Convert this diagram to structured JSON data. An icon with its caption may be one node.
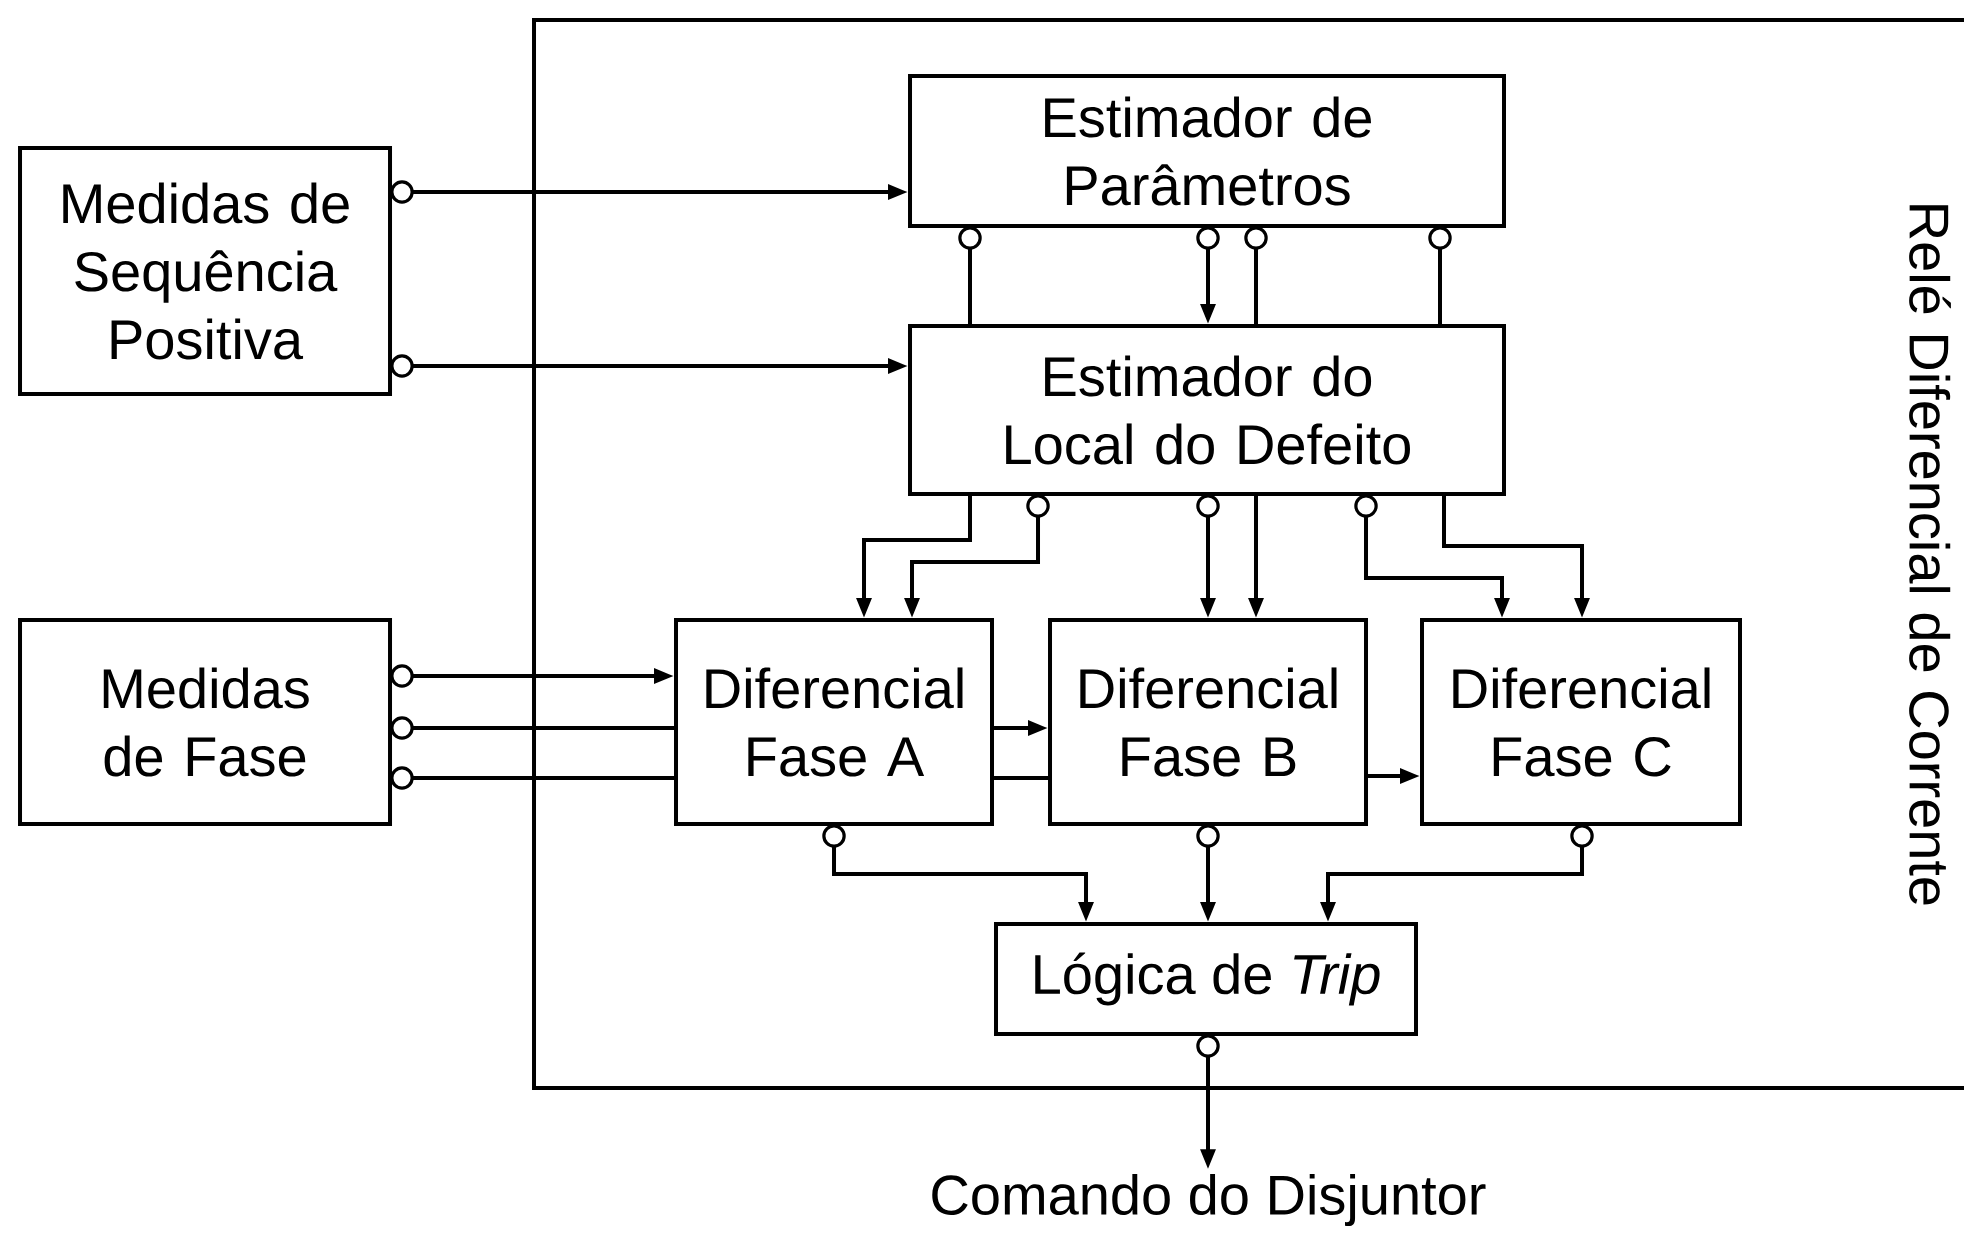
{
  "diagram": {
    "nodes": [
      {
        "text": [
          "Relé Diferencial de Corrente"
        ]
      },
      {
        "text": [
          "Medidas de Sequência Positiva"
        ]
      },
      {
        "text": [
          "Medidas de Fase"
        ]
      },
      {
        "text": [
          "Estimador de Parâmetros"
        ],
        "in": 0
      },
      {
        "text": [
          "Estimador do Local do Defeito"
        ],
        "in": 0
      },
      {
        "text": [
          "Diferencial Fase A"
        ],
        "in": 0
      },
      {
        "text": [
          "Diferencial Fase B"
        ],
        "in": 0
      },
      {
        "text": [
          "Diferencial Fase C"
        ],
        "in": 0
      },
      {
        "text": [
          "Lógica de *Trip*"
        ],
        "in": 0
      },
      {
        "text": [
          "Comando do Disjuntor"
        ]
      }
    ],
    "edges": [
      {
        "from": 1,
        "to": 3,
        "arrow": "to"
      },
      {
        "from": 1,
        "to": 4,
        "arrow": "to"
      },
      {
        "from": 3,
        "to": 4,
        "arrow": "other"
      },
      {
        "from": 3,
        "to": 4,
        "arrow": "to"
      },
      {
        "from": 3,
        "to": 4,
        "arrow": "other"
      },
      {
        "from": 3,
        "to": 4,
        "arrow": "other"
      },
      {
        "from": 4,
        "to": 5,
        "arrow": "to"
      },
      {
        "from": 4,
        "to": 5,
        "arrow": "to"
      },
      {
        "from": 4,
        "to": 6,
        "arrow": "to"
      },
      {
        "from": 4,
        "to": 6,
        "arrow": "to"
      },
      {
        "from": 4,
        "to": 7,
        "arrow": "to"
      },
      {
        "from": 4,
        "to": 7,
        "arrow": "to"
      },
      {
        "from": 2,
        "to": 5,
        "arrow": "to"
      },
      {
        "from": 2,
        "to": 5,
        "arrow": "other"
      },
      {
        "from": 2,
        "to": 5,
        "arrow": "other"
      },
      {
        "from": 5,
        "to": 6,
        "arrow": "to"
      },
      {
        "from": 5,
        "to": 6,
        "arrow": "none"
      },
      {
        "from": 6,
        "to": 7,
        "arrow": "to"
      },
      {
        "from": 5,
        "to": 8,
        "arrow": "to"
      },
      {
        "from": 6,
        "to": 8,
        "arrow": "to"
      },
      {
        "from": 7,
        "to": 8,
        "arrow": "to"
      },
      {
        "from": 8,
        "to": 9,
        "arrow": "to"
      }
    ]
  }
}
